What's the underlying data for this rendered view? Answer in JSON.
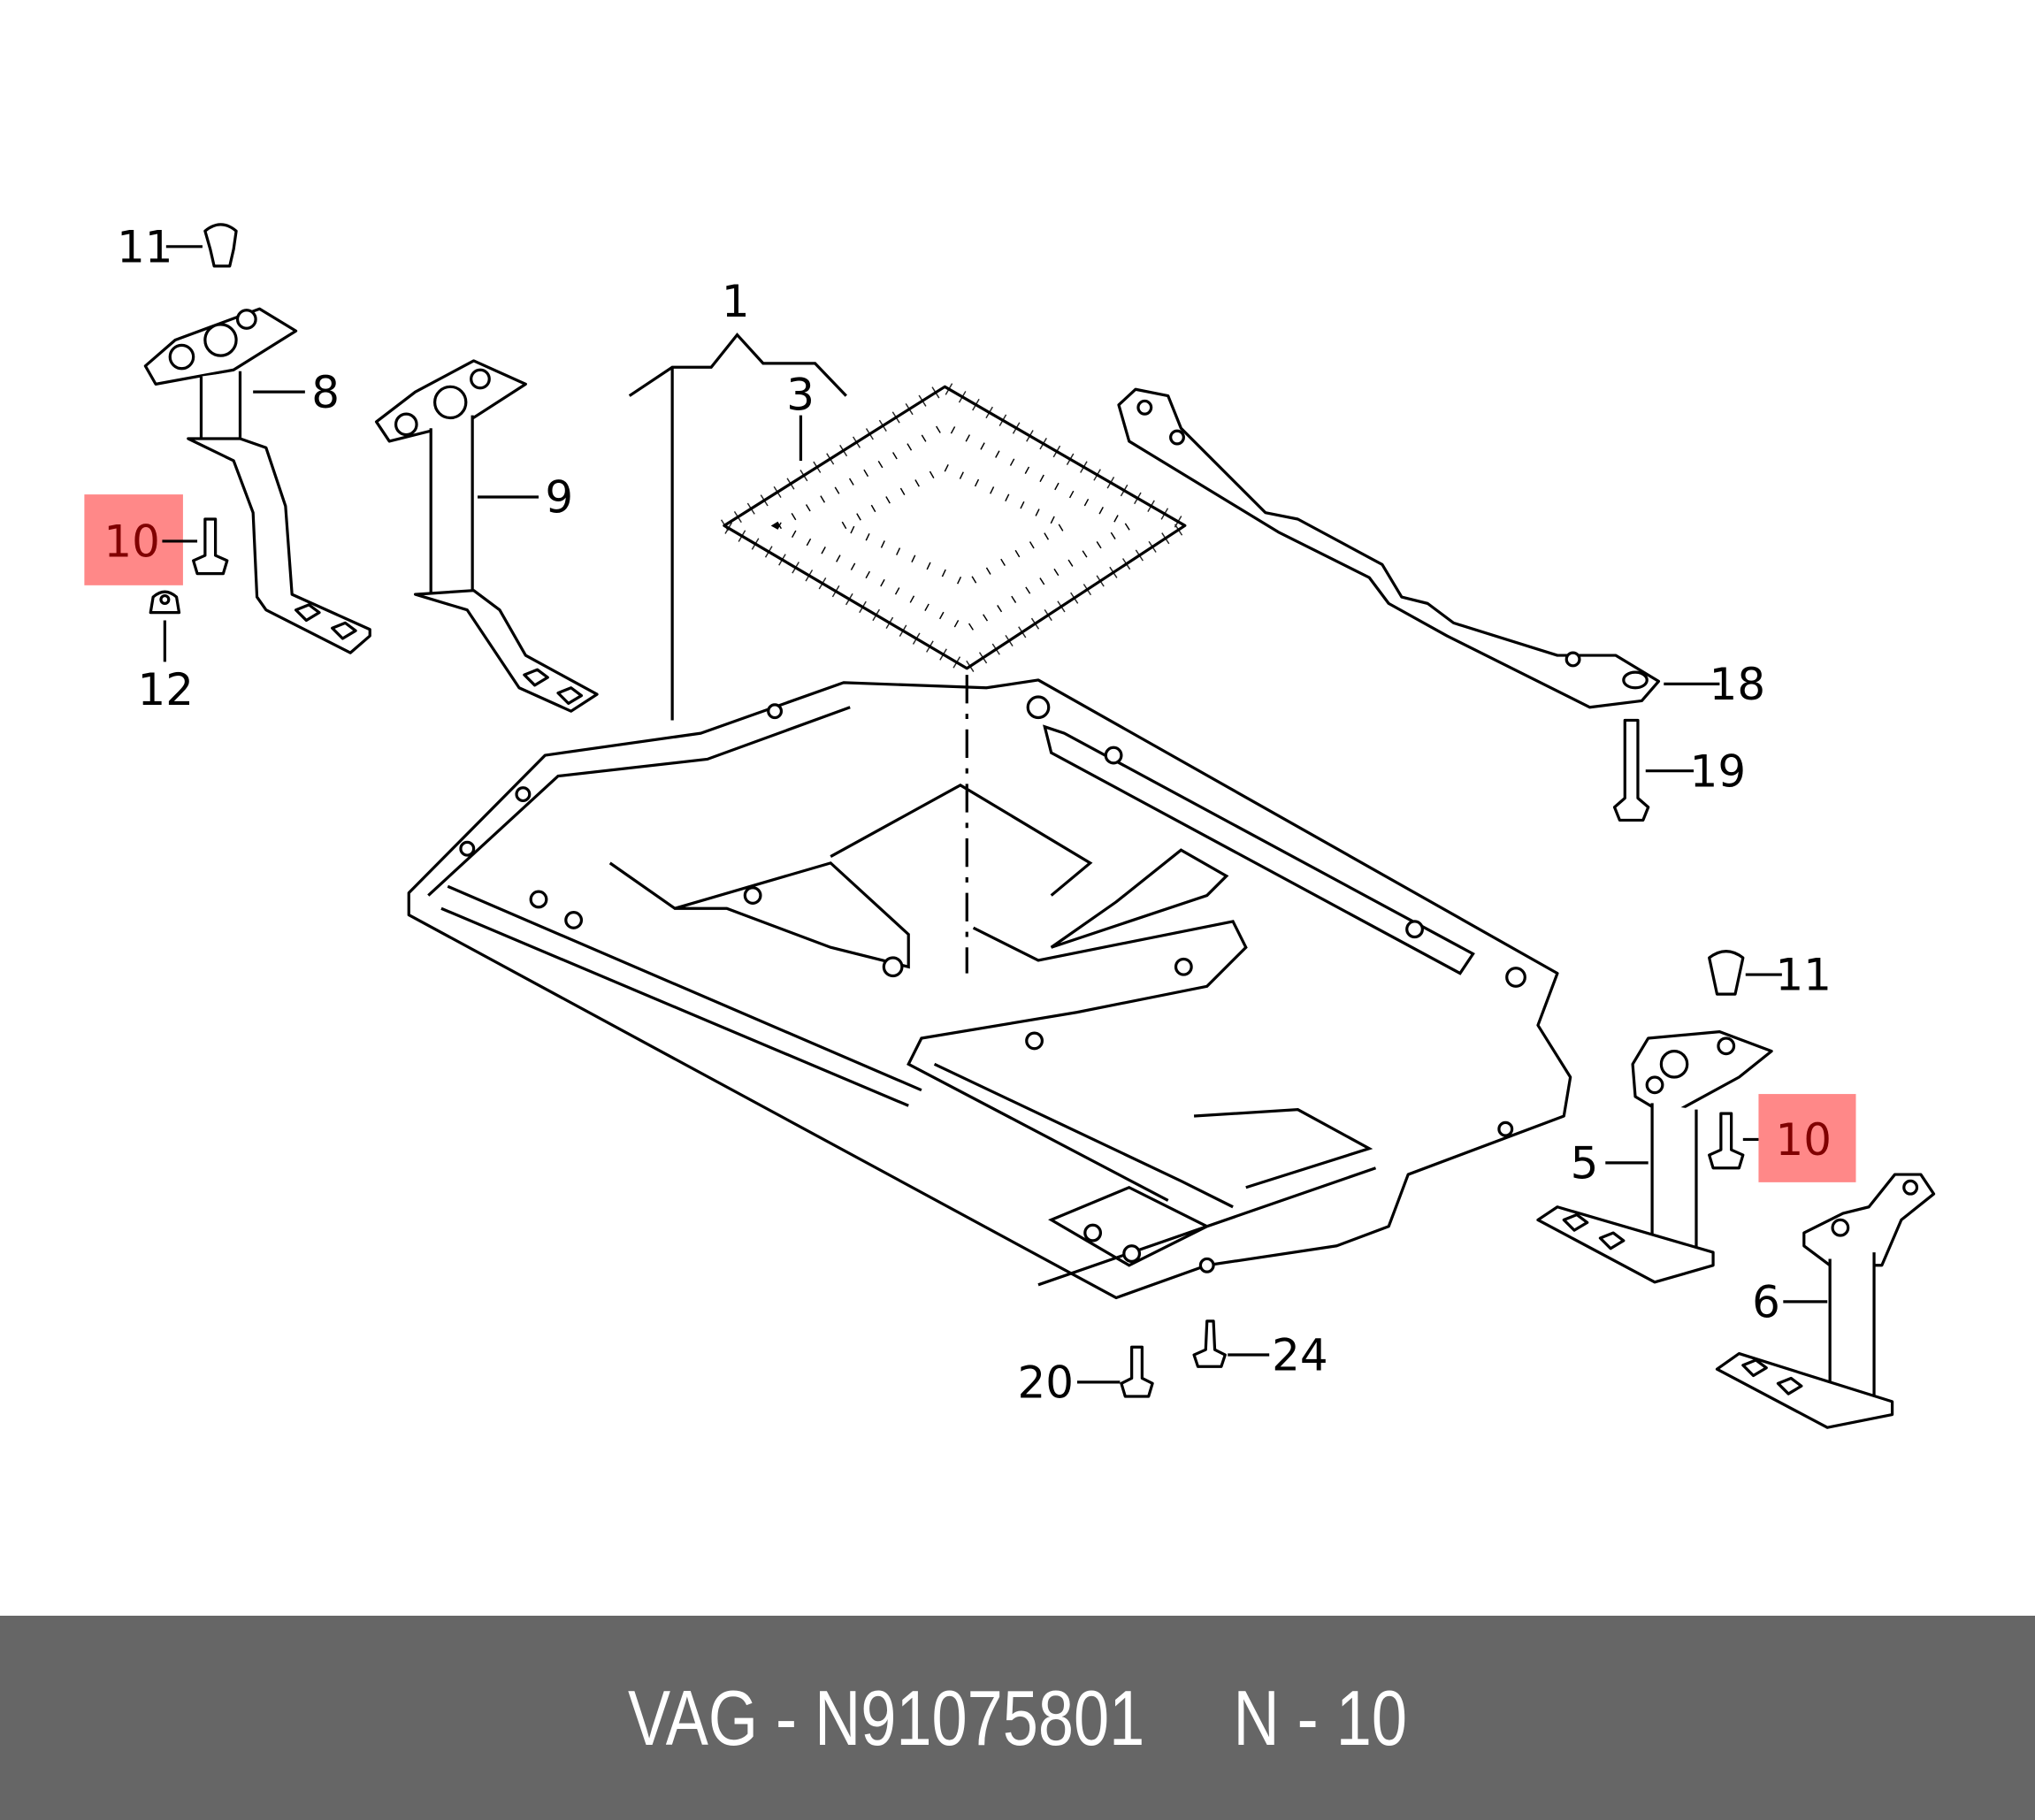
{
  "diagram": {
    "highlight_color": "#ff8888",
    "callouts": {
      "c1": "1",
      "c3": "3",
      "c5": "5",
      "c6": "6",
      "c8": "8",
      "c9": "9",
      "c10a": "10",
      "c10b": "10",
      "c11a": "11",
      "c11b": "11",
      "c12": "12",
      "c18": "18",
      "c19": "19",
      "c20": "20",
      "c24": "24"
    }
  },
  "footer": {
    "brand": "VAG",
    "part_number": "N91075801",
    "position": "N - 10",
    "text": "VAG - N91075801     N - 10"
  }
}
